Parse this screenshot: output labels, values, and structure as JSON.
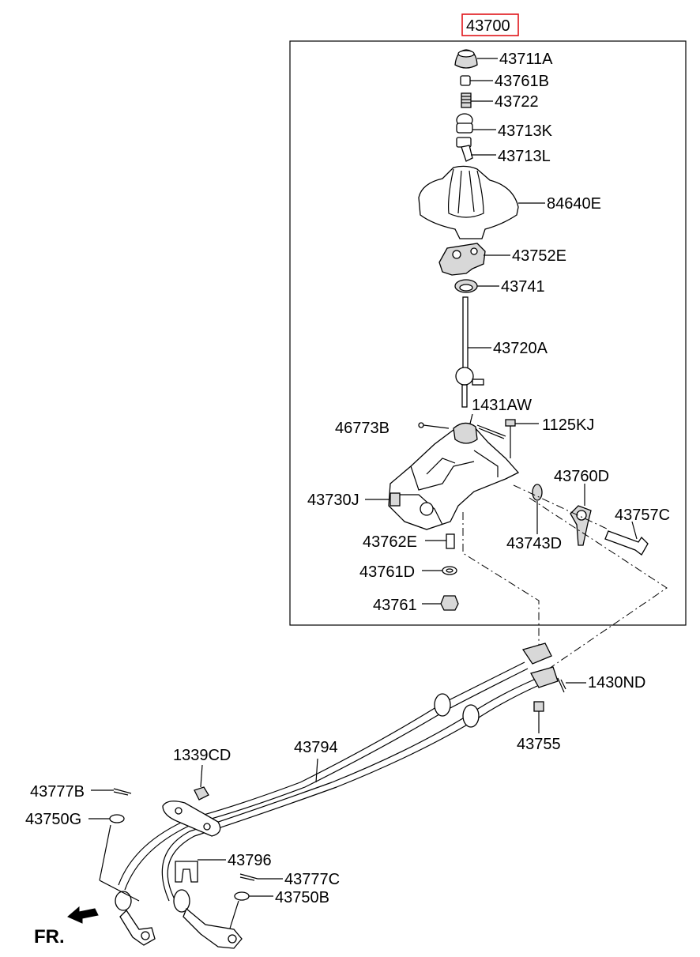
{
  "assembly_label": "43700",
  "highlight_color": "#e0161b",
  "direction_label": "FR.",
  "labels": {
    "p43711A": "43711A",
    "p43761B": "43761B",
    "p43722": "43722",
    "p43713K": "43713K",
    "p43713L": "43713L",
    "p84640E": "84640E",
    "p43752E": "43752E",
    "p43741": "43741",
    "p43720A": "43720A",
    "p1431AW": "1431AW",
    "p46773B": "46773B",
    "p1125KJ": "1125KJ",
    "p43760D": "43760D",
    "p43730J": "43730J",
    "p43757C": "43757C",
    "p43743D": "43743D",
    "p43762E": "43762E",
    "p43761D": "43761D",
    "p43761": "43761",
    "p1430ND": "1430ND",
    "p43755": "43755",
    "p43794": "43794",
    "p1339CD": "1339CD",
    "p43777B": "43777B",
    "p43750G": "43750G",
    "p43796": "43796",
    "p43777C": "43777C",
    "p43750B": "43750B"
  }
}
